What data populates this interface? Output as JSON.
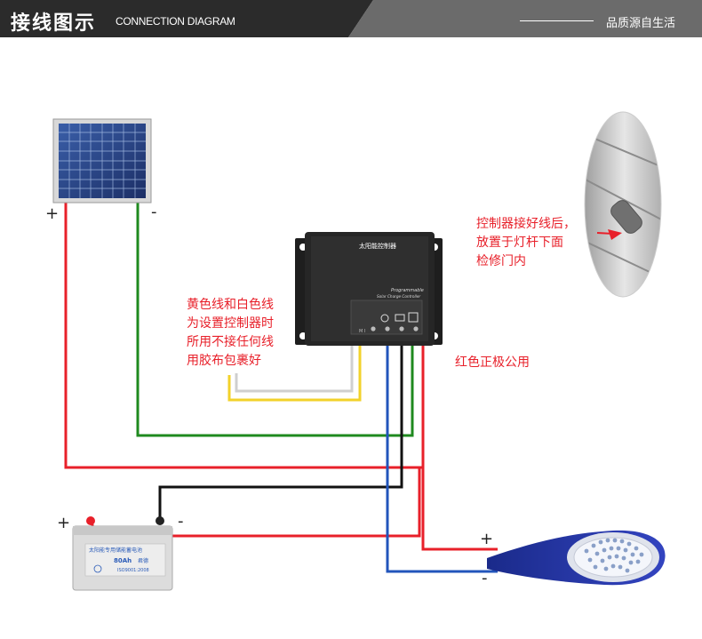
{
  "header": {
    "title_cn": "接线图示",
    "title_en": "CONNECTION DIAGRAM",
    "slogan": "品质源自生活",
    "bg_color": "#2b2b2b"
  },
  "labels": {
    "controller_title": "太阳能控制器",
    "controller_sub1": "Programmable",
    "controller_sub2": "Solar Charge Controller",
    "controller_mark": "M I",
    "battery_title": "太阳能专用储能蓄电池",
    "battery_capacity": "80Ah",
    "battery_brand": "君德",
    "battery_iso": "ISO9001:2008",
    "panel_plus": "+",
    "panel_minus": "-",
    "battery_plus": "+",
    "battery_minus": "-",
    "lamp_plus": "+",
    "lamp_minus": "-"
  },
  "notes": {
    "yellow_white": [
      "黄色线和白色线",
      "为设置控制器时",
      "所用不接任何线",
      "用胶布包裹好"
    ],
    "red_common": "红色正极公用",
    "install": [
      "控制器接好线后，",
      "放置于灯杆下面",
      "检修门内"
    ]
  },
  "colors": {
    "red_wire": "#e8202a",
    "green_wire": "#1f8a1f",
    "blue_wire": "#2255bb",
    "black_wire": "#111111",
    "yellow_wire": "#f2d22a",
    "white_wire": "#cfcfcf",
    "note_text": "#e8202a"
  },
  "icons": [
    "solar-panel-icon",
    "charge-controller-icon",
    "battery-icon",
    "street-lamp-icon",
    "lamp-pole-inset-icon"
  ]
}
